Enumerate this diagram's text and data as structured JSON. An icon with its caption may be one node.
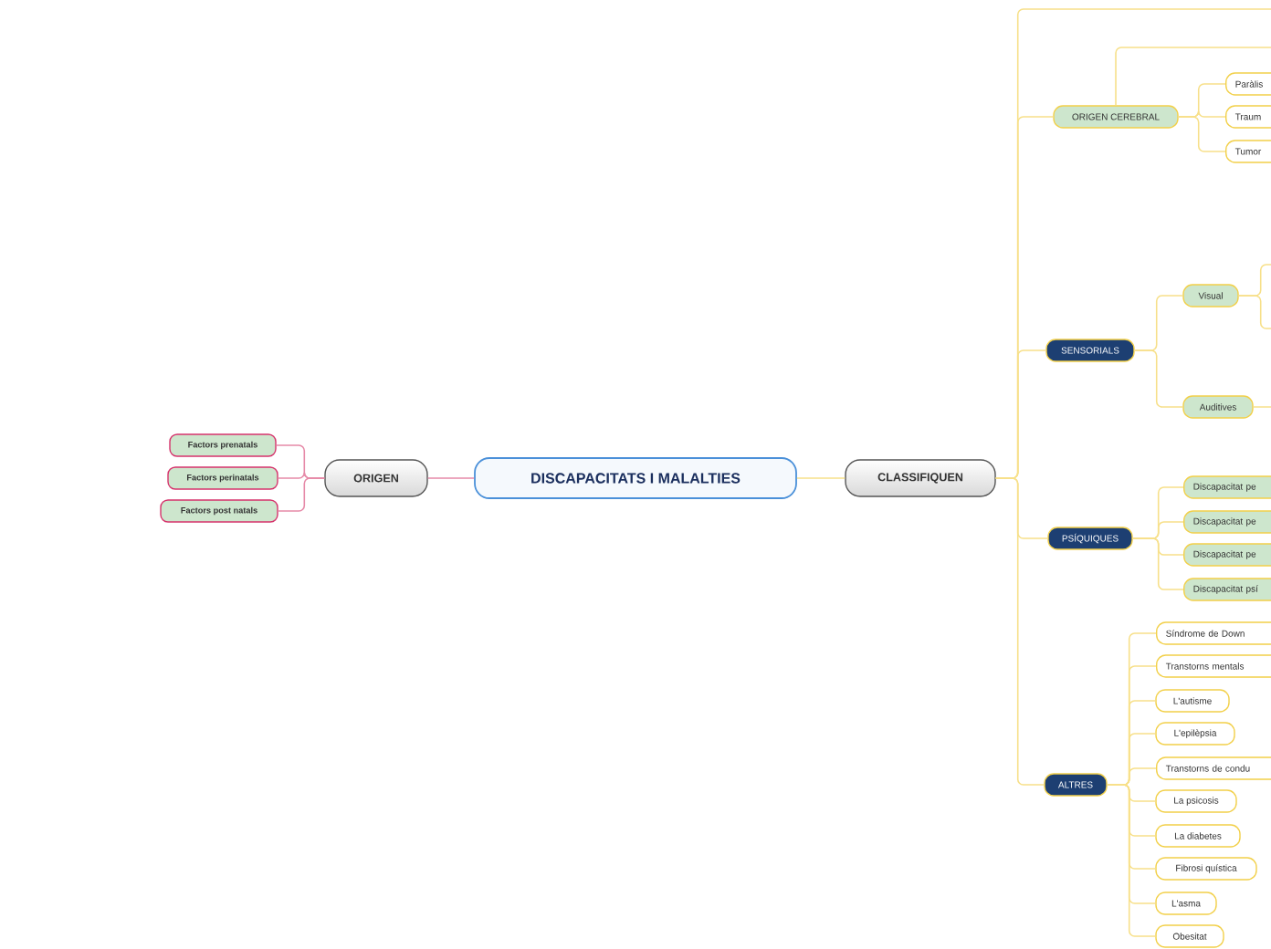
{
  "diagram": {
    "nodes": [
      {
        "text": [
          "DISCAPACITATS I MALALTIES"
        ]
      },
      {
        "text": [
          "ORIGEN"
        ]
      },
      {
        "text": [
          "Factors prenatals"
        ]
      },
      {
        "text": [
          "Factors perinatals"
        ]
      },
      {
        "text": [
          "Factors post natals"
        ]
      },
      {
        "text": [
          "CLASSIFIQUEN"
        ]
      },
      {
        "text": [
          "ORIGEN CEREBRAL"
        ]
      },
      {
        "text": [
          "Paràlis"
        ]
      },
      {
        "text": [
          "Traum"
        ]
      },
      {
        "text": [
          "Tumor"
        ]
      },
      {
        "text": [
          "SENSORIALS"
        ]
      },
      {
        "text": [
          "Visual"
        ]
      },
      {
        "text": [
          "Auditives"
        ]
      },
      {
        "text": [
          "PSÍQUIQUES"
        ]
      },
      {
        "text": [
          "Discapacitat pe"
        ]
      },
      {
        "text": [
          "Discapacitat pe"
        ]
      },
      {
        "text": [
          "Discapacitat pe"
        ]
      },
      {
        "text": [
          "Discapacitat psí"
        ]
      },
      {
        "text": [
          "ALTRES"
        ]
      },
      {
        "text": [
          "Síndrome de Down"
        ]
      },
      {
        "text": [
          "Transtorns mentals"
        ]
      },
      {
        "text": [
          "L'autisme"
        ]
      },
      {
        "text": [
          "L'epilèpsia"
        ]
      },
      {
        "text": [
          "Transtorns de condu"
        ]
      },
      {
        "text": [
          "La psicosis"
        ]
      },
      {
        "text": [
          "La diabetes"
        ]
      },
      {
        "text": [
          "Fibrosi quística"
        ]
      },
      {
        "text": [
          "L'asma"
        ]
      },
      {
        "text": [
          "Obesitat"
        ]
      }
    ],
    "edges": [
      {
        "from": 0,
        "to": 1,
        "arrow": "none",
        "color": "#e68aa8"
      },
      {
        "from": 1,
        "to": 2,
        "arrow": "none",
        "color": "#e68aa8"
      },
      {
        "from": 1,
        "to": 3,
        "arrow": "none",
        "color": "#e68aa8"
      },
      {
        "from": 1,
        "to": 4,
        "arrow": "none",
        "color": "#e68aa8"
      },
      {
        "from": 0,
        "to": 5,
        "arrow": "none"
      },
      {
        "from": 5,
        "to": null,
        "arrow": "none"
      },
      {
        "from": 5,
        "to": 6,
        "arrow": "none"
      },
      {
        "from": 6,
        "to": null,
        "arrow": "none"
      },
      {
        "from": 6,
        "to": 7,
        "arrow": "none"
      },
      {
        "from": 6,
        "to": 8,
        "arrow": "none"
      },
      {
        "from": 6,
        "to": 9,
        "arrow": "none"
      },
      {
        "from": 5,
        "to": 10,
        "arrow": "none"
      },
      {
        "from": 10,
        "to": 11,
        "arrow": "none"
      },
      {
        "from": 10,
        "to": 12,
        "arrow": "none"
      },
      {
        "from": 11,
        "to": null,
        "arrow": "none"
      },
      {
        "from": 11,
        "to": null,
        "arrow": "none"
      },
      {
        "from": 12,
        "to": null,
        "arrow": "none"
      },
      {
        "from": 5,
        "to": 13,
        "arrow": "none"
      },
      {
        "from": 13,
        "to": 14,
        "arrow": "none"
      },
      {
        "from": 13,
        "to": 15,
        "arrow": "none"
      },
      {
        "from": 13,
        "to": 16,
        "arrow": "none"
      },
      {
        "from": 13,
        "to": 17,
        "arrow": "none"
      },
      {
        "from": 5,
        "to": 18,
        "arrow": "none"
      },
      {
        "from": 18,
        "to": 19,
        "arrow": "none"
      },
      {
        "from": 18,
        "to": 20,
        "arrow": "none"
      },
      {
        "from": 18,
        "to": 21,
        "arrow": "none"
      },
      {
        "from": 18,
        "to": 22,
        "arrow": "none"
      },
      {
        "from": 18,
        "to": 23,
        "arrow": "none"
      },
      {
        "from": 18,
        "to": 24,
        "arrow": "none"
      },
      {
        "from": 18,
        "to": 25,
        "arrow": "none"
      },
      {
        "from": 18,
        "to": 26,
        "arrow": "none"
      },
      {
        "from": 18,
        "to": 27,
        "arrow": "none"
      },
      {
        "from": 18,
        "to": 28,
        "arrow": "none"
      }
    ]
  }
}
